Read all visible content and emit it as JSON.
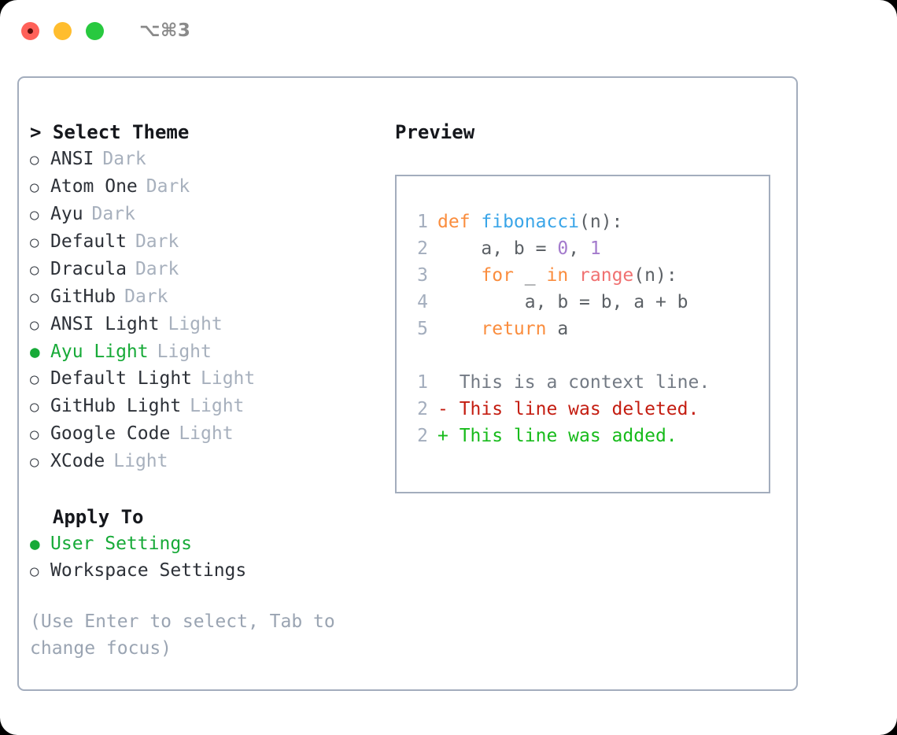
{
  "titlebar": {
    "shortcut": "⌥⌘3",
    "buttons": [
      {
        "name": "close",
        "color": "#ff6159"
      },
      {
        "name": "minimize",
        "color": "#ffbd2e"
      },
      {
        "name": "maximize",
        "color": "#28c93f"
      }
    ]
  },
  "theme_section": {
    "title": "> Select Theme",
    "items": [
      {
        "marker": "○",
        "label": "ANSI",
        "variant": "Dark",
        "selected": false
      },
      {
        "marker": "○",
        "label": "Atom One",
        "variant": "Dark",
        "selected": false
      },
      {
        "marker": "○",
        "label": "Ayu",
        "variant": "Dark",
        "selected": false
      },
      {
        "marker": "○",
        "label": "Default",
        "variant": "Dark",
        "selected": false
      },
      {
        "marker": "○",
        "label": "Dracula",
        "variant": "Dark",
        "selected": false
      },
      {
        "marker": "○",
        "label": "GitHub",
        "variant": "Dark",
        "selected": false
      },
      {
        "marker": "○",
        "label": "ANSI Light",
        "variant": "Light",
        "selected": false
      },
      {
        "marker": "●",
        "label": "Ayu Light",
        "variant": "Light",
        "selected": true
      },
      {
        "marker": "○",
        "label": "Default Light",
        "variant": "Light",
        "selected": false
      },
      {
        "marker": "○",
        "label": "GitHub Light",
        "variant": "Light",
        "selected": false
      },
      {
        "marker": "○",
        "label": "Google Code",
        "variant": "Light",
        "selected": false
      },
      {
        "marker": "○",
        "label": "XCode",
        "variant": "Light",
        "selected": false
      }
    ]
  },
  "apply_section": {
    "title": "  Apply To",
    "items": [
      {
        "marker": "●",
        "label": "User Settings",
        "selected": true
      },
      {
        "marker": "○",
        "label": "Workspace Settings",
        "selected": false
      }
    ]
  },
  "hint": "(Use Enter to select, Tab to change focus)",
  "preview": {
    "title": "Preview",
    "code_lines": [
      {
        "no": "1",
        "tokens": [
          {
            "t": "def ",
            "c": "kw"
          },
          {
            "t": "fibonacci",
            "c": "fn"
          },
          {
            "t": "(n):",
            "c": "plain"
          }
        ]
      },
      {
        "no": "2",
        "tokens": [
          {
            "t": "    a, b = ",
            "c": "plain"
          },
          {
            "t": "0",
            "c": "num"
          },
          {
            "t": ", ",
            "c": "plain"
          },
          {
            "t": "1",
            "c": "num"
          }
        ]
      },
      {
        "no": "3",
        "tokens": [
          {
            "t": "    ",
            "c": "plain"
          },
          {
            "t": "for",
            "c": "kw"
          },
          {
            "t": " _ ",
            "c": "plain"
          },
          {
            "t": "in",
            "c": "kw"
          },
          {
            "t": " ",
            "c": "plain"
          },
          {
            "t": "range",
            "c": "call"
          },
          {
            "t": "(n):",
            "c": "plain"
          }
        ]
      },
      {
        "no": "4",
        "tokens": [
          {
            "t": "        a, b = b, a + b",
            "c": "plain"
          }
        ]
      },
      {
        "no": "5",
        "tokens": [
          {
            "t": "    ",
            "c": "plain"
          },
          {
            "t": "return",
            "c": "kw"
          },
          {
            "t": " a",
            "c": "plain"
          }
        ]
      }
    ],
    "diff_lines": [
      {
        "no": "1",
        "text": "  This is a context line.",
        "kind": "ctx"
      },
      {
        "no": "2",
        "text": "- This line was deleted.",
        "kind": "del"
      },
      {
        "no": "2",
        "text": "+ This line was added.",
        "kind": "add"
      }
    ]
  },
  "colors": {
    "accent_green": "#17aa38",
    "border": "#a3adbd",
    "muted": "#a7b0bd",
    "hint": "#9aa4b2",
    "keyword": "#fa8d3e",
    "function": "#3aa5e8",
    "number": "#a37acc",
    "call": "#f07171",
    "plain": "#5c6166",
    "diff_context": "#737a84",
    "diff_deleted": "#c41d11",
    "diff_added": "#17bb1b"
  }
}
